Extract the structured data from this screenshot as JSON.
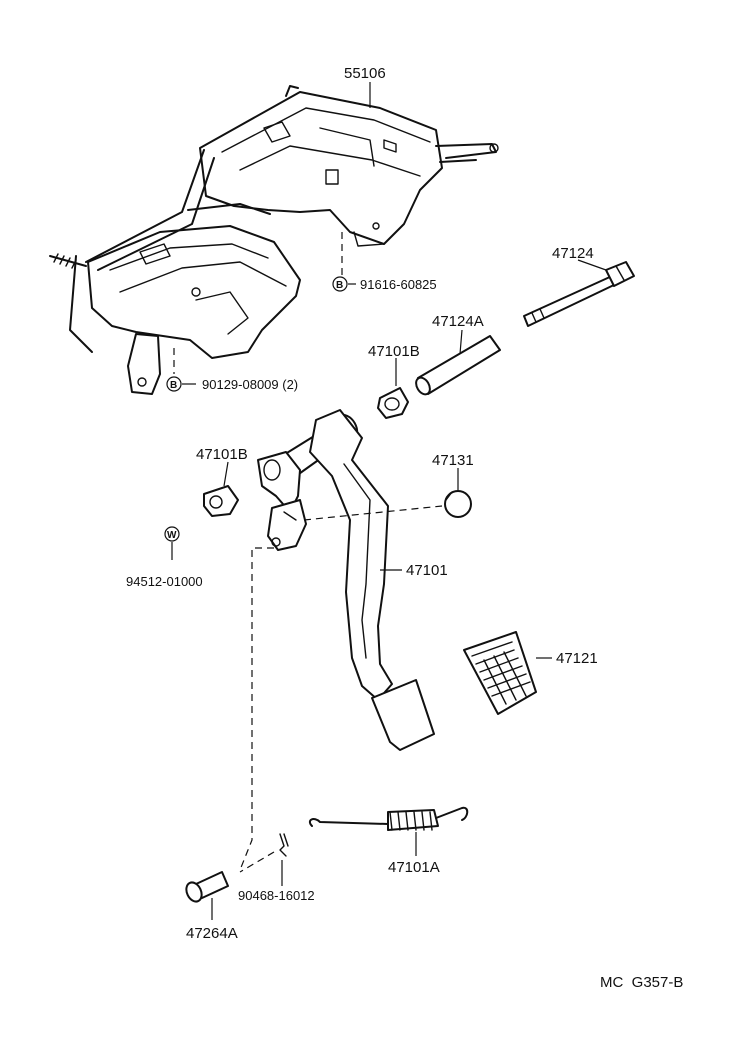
{
  "diagram": {
    "labels": {
      "bracket": "55106",
      "bolt": "47124",
      "collar": "47124A",
      "bushing_right": "47101B",
      "bushing_left": "47101B",
      "stopper": "47131",
      "pedal_arm": "47101",
      "pedal_pad": "47121",
      "spring": "47101A",
      "pin": "47264A",
      "nut_b1": "91616-60825",
      "nut_b2": "90129-08009 (2)",
      "washer": "94512-01000",
      "clip": "90468-16012"
    },
    "symbols": {
      "b1": "B",
      "b2": "B",
      "w": "W"
    },
    "footer_code": "MC  G357-B"
  }
}
